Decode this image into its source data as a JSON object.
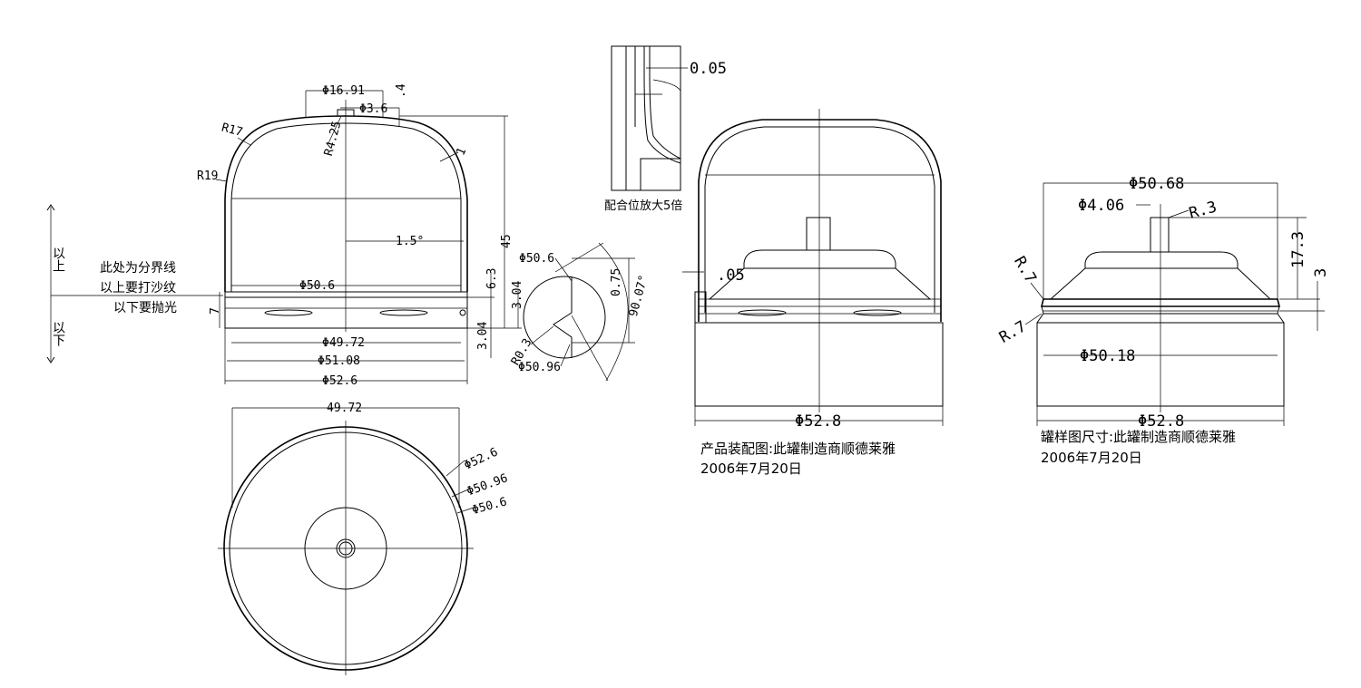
{
  "left_view": {
    "notes": {
      "above": "以上",
      "below": "以下",
      "boundary": "此处为分界线",
      "sand": "以上要打沙纹",
      "polish": "以下要抛光"
    },
    "dims": {
      "d16_91": "Φ16.91",
      "d3_6": "Φ3.6",
      "t4": ".4",
      "r17": "R17",
      "r19": "R19",
      "r4_25": "R4.25",
      "t1": "1",
      "angle": "1.5°",
      "h45": "45",
      "d50_6": "Φ50.6",
      "h6_3": "6.3",
      "h3_04a": "3.04",
      "h7": "7",
      "h3_04b": "3.04",
      "d49_72": "Φ49.72",
      "d51_08": "Φ51.08",
      "d52_6": "Φ52.6"
    }
  },
  "detail_circle": {
    "d50_6": "Φ50.6",
    "r0_3": "R0.3",
    "d50_96": "Φ50.96",
    "t0_75": "0.75",
    "a90_07": "90.07°"
  },
  "detail_zoom": {
    "gap": "0.05",
    "caption": "配合位放大5倍"
  },
  "top_view": {
    "w49_72": "49.72",
    "d52_6": "Φ52.6",
    "d50_96": "Φ50.96",
    "d50_6": "Φ50.6"
  },
  "assembly_view": {
    "gap": ".05",
    "d52_8": "Φ52.8",
    "caption1": "产品装配图:此罐制造商顺德莱雅",
    "caption2": "2006年7月20日"
  },
  "jar_view": {
    "d50_68": "Φ50.68",
    "d4_06": "Φ4.06",
    "r3": "R.3",
    "r7a": "R.7",
    "r7b": "R.7",
    "h17_3": "17.3",
    "h3": "3",
    "d50_18": "Φ50.18",
    "d52_8": "Φ52.8",
    "caption1": "罐样图尺寸:此罐制造商顺德莱雅",
    "caption2": "2006年7月20日"
  }
}
